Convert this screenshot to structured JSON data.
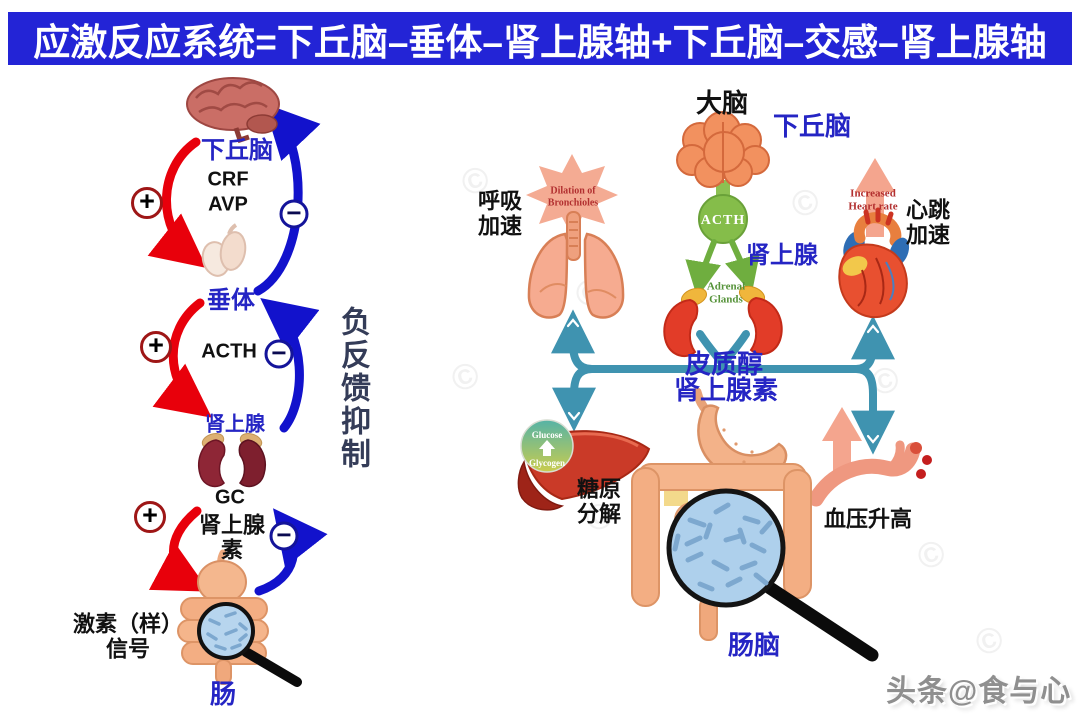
{
  "banner": {
    "title": "应激反应系统=下丘脑–垂体–肾上腺轴+下丘脑–交感–肾上腺轴"
  },
  "left_axis": {
    "hypothalamus": "下丘脑",
    "crf": "CRF",
    "avp": "AVP",
    "pituitary": "垂体",
    "acth": "ACTH",
    "adrenal": "肾上腺",
    "gc": "GC",
    "adrenaline": "肾上腺\n素",
    "hormone_signal": "激素（样）\n信号",
    "gut": "肠",
    "plus": "+",
    "minus": "−",
    "negative_feedback": "负反馈抑制"
  },
  "right_axis": {
    "brain": "大脑",
    "hypothalamus": "下丘脑",
    "acth_badge": "ACTH",
    "adrenal": "肾上腺",
    "adrenal_glands_en": "Adrenal\nGlands",
    "breathing": "呼吸\n加速",
    "bronchioles_en": "Dilation of\nBronchioles",
    "heart_rate_en": "Increased\nHeart rate",
    "heartbeat": "心跳\n加速",
    "cortisol": "皮质醇",
    "adrenaline": "肾上腺素",
    "glucose": "Glucose",
    "glycogen": "Glycogen",
    "glycogenolysis": "糖原\n分解",
    "blood_pressure": "血压升高",
    "gut_brain": "肠脑"
  },
  "watermark": "头条@食与心",
  "copyright_symbol": "©",
  "colors": {
    "banner_bg": "#2324d6",
    "label_blue": "#2525c4",
    "arrow_red": "#e8000b",
    "arrow_blue": "#1212cc",
    "teal": "#3f93b0",
    "green": "#7cb342",
    "salmon": "#f4a58e"
  }
}
